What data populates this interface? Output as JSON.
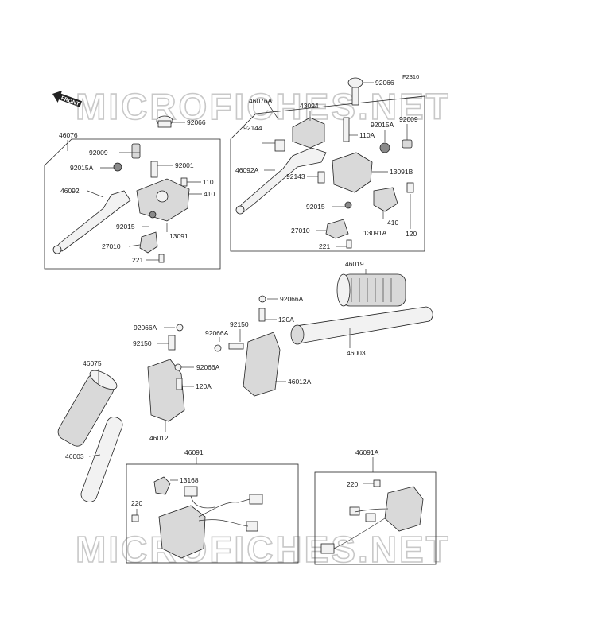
{
  "diagram_code": "F2310",
  "front_label": "FRONT",
  "watermark": "MICROFICHES.NET",
  "labels": {
    "p92066_top_right": "92066",
    "p46076A": "46076A",
    "p43094": "43094",
    "p110A": "110A",
    "p92015A_r": "92015A",
    "p92009_r": "92009",
    "p92144": "92144",
    "p46092A": "46092A",
    "p92143": "92143",
    "p13091B": "13091B",
    "p92015_r": "92015",
    "p27010_r": "27010",
    "p13091A": "13091A",
    "p410_r": "410",
    "p120": "120",
    "p221_r": "221",
    "p92066_left": "92066",
    "p46076": "46076",
    "p92009_l": "92009",
    "p92001": "92001",
    "p92015A_l": "92015A",
    "p110": "110",
    "p46092": "46092",
    "p410_l": "410",
    "p92015_l": "92015",
    "p13091": "13091",
    "p27010_l": "27010",
    "p221_l": "221",
    "p46019": "46019",
    "p92066A_a": "92066A",
    "p120A_a": "120A",
    "p92150_a": "92150",
    "p92066A_b": "92066A",
    "p92066A_c": "92066A",
    "p46003_r": "46003",
    "p92150_b": "92150",
    "p92066A_d": "92066A",
    "p46012A": "46012A",
    "p120A_b": "120A",
    "p46075": "46075",
    "p46012": "46012",
    "p46003_l": "46003",
    "p46091": "46091",
    "p13168": "13168",
    "p220_l": "220",
    "p46091A": "46091A",
    "p220_r": "220"
  }
}
